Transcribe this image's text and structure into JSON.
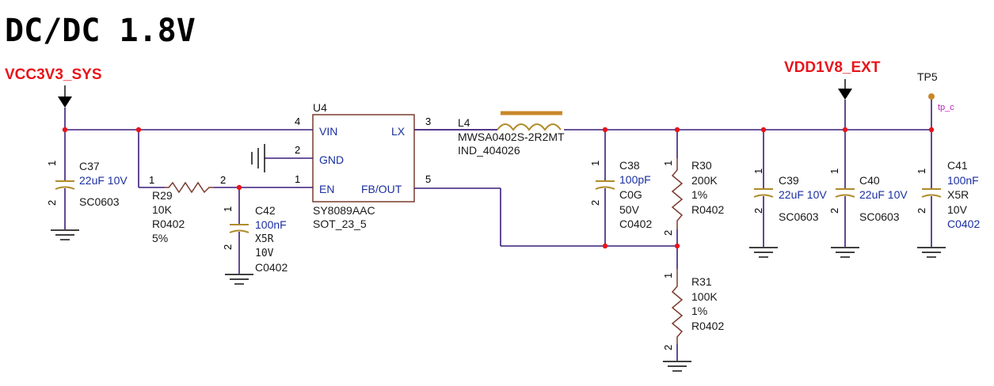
{
  "title": "DC/DC 1.8V",
  "nets": {
    "input": "VCC3V3_SYS",
    "output": "VDD1V8_EXT"
  },
  "testpoint": {
    "ref": "TP5",
    "label": "tp_c"
  },
  "u4": {
    "ref": "U4",
    "part": "SY8089AAC",
    "package": "SOT_23_5",
    "pins": {
      "vin": {
        "name": "VIN",
        "num": "4"
      },
      "gnd": {
        "name": "GND",
        "num": "2"
      },
      "en": {
        "name": "EN",
        "num": "1"
      },
      "lx": {
        "name": "LX",
        "num": "3"
      },
      "fb": {
        "name": "FB/OUT",
        "num": "5"
      }
    }
  },
  "l4": {
    "ref": "L4",
    "part": "MWSA0402S-2R2MT",
    "package": "IND_404026"
  },
  "c37": {
    "ref": "C37",
    "value": "22uF 10V",
    "package": "SC0603"
  },
  "r29": {
    "ref": "R29",
    "value": "10K",
    "package": "R0402",
    "tol": "5%"
  },
  "c42": {
    "ref": "C42",
    "value": "100nF",
    "dielectric": "X5R",
    "voltage": "10V",
    "package": "C0402"
  },
  "c38": {
    "ref": "C38",
    "value": "100pF",
    "dielectric": "C0G",
    "voltage": "50V",
    "package": "C0402"
  },
  "r30": {
    "ref": "R30",
    "value": "200K",
    "tol": "1%",
    "package": "R0402"
  },
  "r31": {
    "ref": "R31",
    "value": "100K",
    "tol": "1%",
    "package": "R0402"
  },
  "c39": {
    "ref": "C39",
    "value": "22uF 10V",
    "package": "SC0603"
  },
  "c40": {
    "ref": "C40",
    "value": "22uF 10V",
    "package": "SC0603"
  },
  "c41": {
    "ref": "C41",
    "value": "100nF",
    "dielectric": "X5R",
    "voltage": "10V",
    "package": "C0402"
  },
  "pin_numbers": {
    "one": "1",
    "two": "2"
  },
  "colors": {
    "net_label": "#e8141b",
    "wire": "#3a1d7a",
    "junction": "#e8141b",
    "value_text": "#1a2fa0"
  }
}
